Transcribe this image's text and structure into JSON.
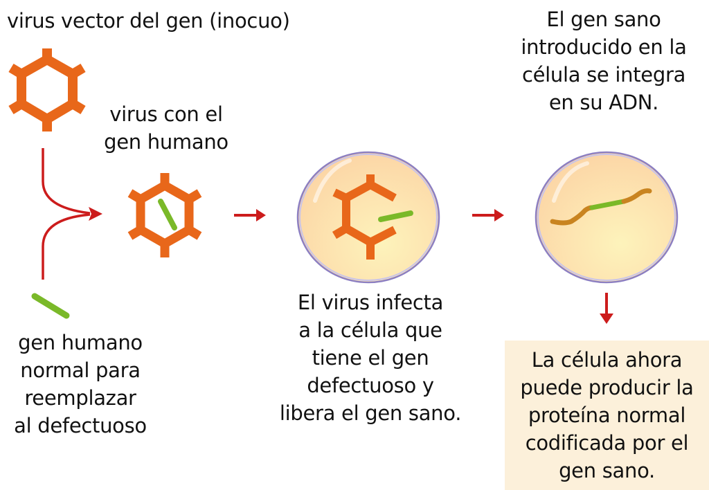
{
  "labels": {
    "vector_virus": "virus vector del gen (inocuo)",
    "virus_with_gene": "virus con el\ngen humano",
    "human_gene": "gen humano\nnormal para\nreemplazar\nal defectuoso",
    "infection": "El virus infecta\na la célula que\ntiene el gen\ndefectuoso y\nlibera el gen sano.",
    "integration": "El gen sano\nintroducido en la\ncélula se integra\nen su ADN.",
    "result": "La célula ahora\npuede producir la\nproteína normal\ncodificada por el\ngen sano."
  },
  "colors": {
    "virus": "#e8671a",
    "gene_healthy": "#7ab929",
    "dna": "#c98420",
    "arrow": "#cc1c1c",
    "cell_fill": "#fcd9a8",
    "cell_center": "#fdf1b8",
    "cell_border": "#8c7fc2",
    "result_box": "#fcf0da"
  },
  "icons": {
    "vector_virus": "hexagon-virus-icon",
    "virus_with_gene": "hexagon-virus-with-gene-icon",
    "human_gene": "gene-segment-icon",
    "infected_cell": "cell-open-virus-icon",
    "modified_cell": "cell-integrated-dna-icon"
  }
}
